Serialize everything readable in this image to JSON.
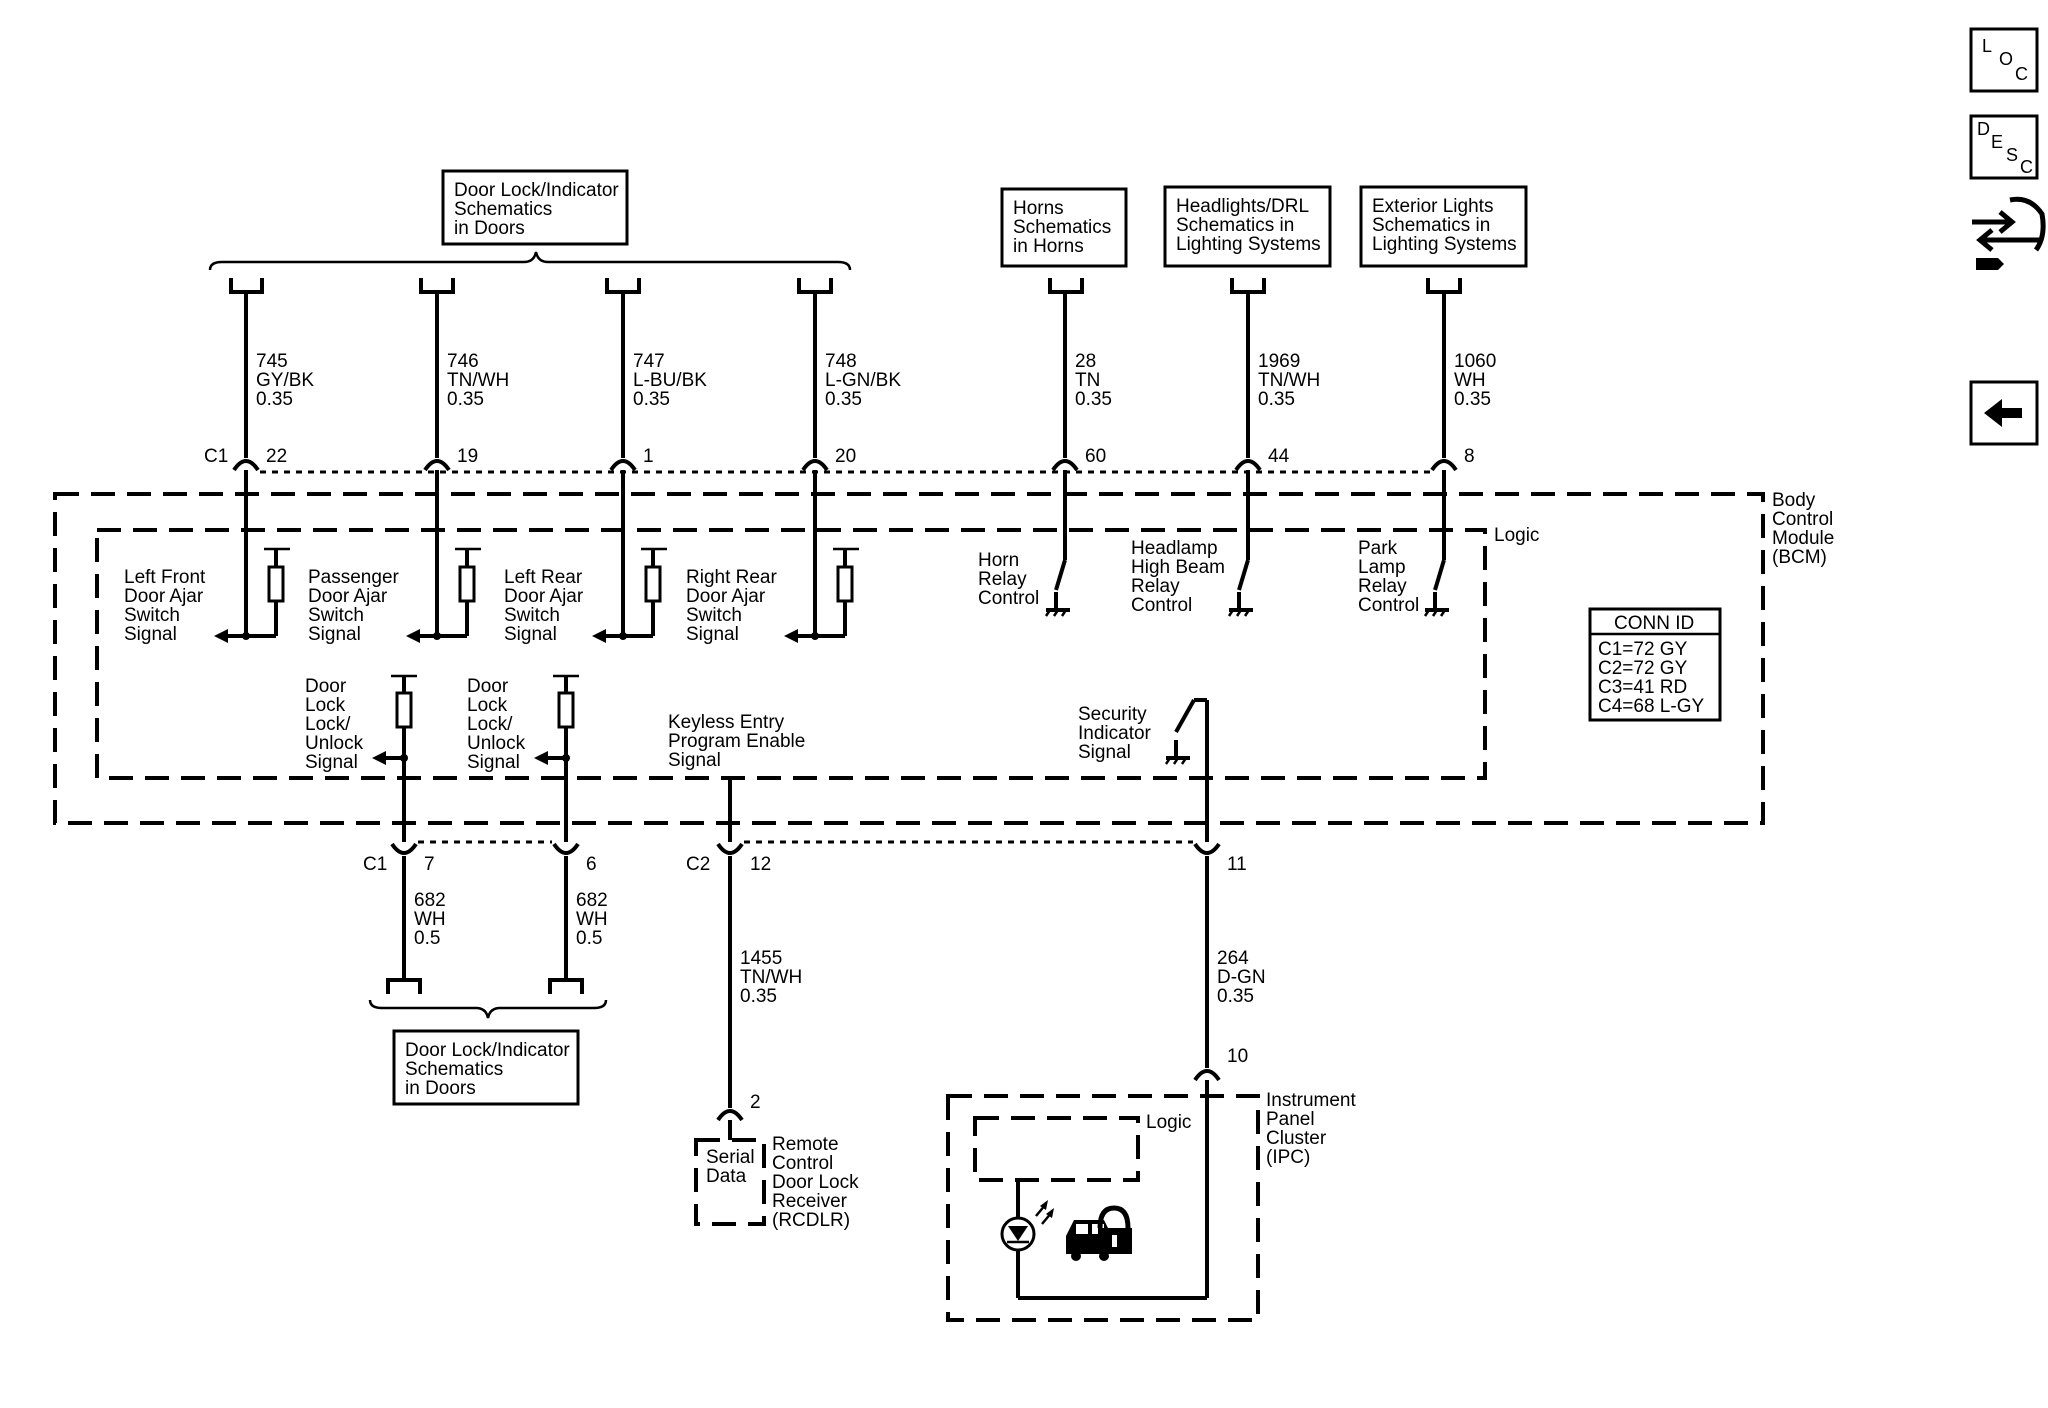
{
  "bcm_label": [
    "Body",
    "Control",
    "Module",
    "(BCM)"
  ],
  "logic_label": "Logic",
  "ipc_label": [
    "Instrument",
    "Panel",
    "Cluster",
    "(IPC)"
  ],
  "ipc_logic_label": "Logic",
  "rcdlr_label": [
    "Remote",
    "Control",
    "Door Lock",
    "Receiver",
    "(RCDLR)"
  ],
  "rcdlr_inner": [
    "Serial",
    "Data"
  ],
  "ref_boxes": {
    "doors_top": [
      "Door Lock/Indicator",
      "Schematics",
      "in Doors"
    ],
    "horns": [
      "Horns",
      "Schematics",
      "in Horns"
    ],
    "headlights": [
      "Headlights/DRL",
      "Schematics in",
      "Lighting Systems"
    ],
    "exterior": [
      "Exterior Lights",
      "Schematics in",
      "Lighting Systems"
    ],
    "doors_bottom": [
      "Door Lock/Indicator",
      "Schematics",
      "in Doors"
    ]
  },
  "conn_id": {
    "title": "CONN ID",
    "rows": [
      "C1=72 GY",
      "C2=72 GY",
      "C3=41 RD",
      "C4=68 L-GY"
    ]
  },
  "connectors": {
    "c1_top": "C1",
    "c1_bottom": "C1",
    "c2_bottom": "C2"
  },
  "top_wires": [
    {
      "circuit": "745",
      "color": "GY/BK",
      "gauge": "0.35",
      "pin": "22"
    },
    {
      "circuit": "746",
      "color": "TN/WH",
      "gauge": "0.35",
      "pin": "19"
    },
    {
      "circuit": "747",
      "color": "L-BU/BK",
      "gauge": "0.35",
      "pin": "1"
    },
    {
      "circuit": "748",
      "color": "L-GN/BK",
      "gauge": "0.35",
      "pin": "20"
    },
    {
      "circuit": "28",
      "color": "TN",
      "gauge": "0.35",
      "pin": "60"
    },
    {
      "circuit": "1969",
      "color": "TN/WH",
      "gauge": "0.35",
      "pin": "44"
    },
    {
      "circuit": "1060",
      "color": "WH",
      "gauge": "0.35",
      "pin": "8"
    }
  ],
  "bottom_wires": [
    {
      "circuit": "682",
      "color": "WH",
      "gauge": "0.5",
      "pin": "7"
    },
    {
      "circuit": "682",
      "color": "WH",
      "gauge": "0.5",
      "pin": "6"
    },
    {
      "circuit": "1455",
      "color": "TN/WH",
      "gauge": "0.35",
      "pin": "12"
    },
    {
      "circuit": "264",
      "color": "D-GN",
      "gauge": "0.35",
      "pin": "11"
    }
  ],
  "pin_rcdlr": "2",
  "pin_ipc": "10",
  "signals": {
    "left_front": [
      "Left Front",
      "Door Ajar",
      "Switch",
      "Signal"
    ],
    "passenger": [
      "Passenger",
      "Door Ajar",
      "Switch",
      "Signal"
    ],
    "left_rear": [
      "Left Rear",
      "Door Ajar",
      "Switch",
      "Signal"
    ],
    "right_rear": [
      "Right Rear",
      "Door Ajar",
      "Switch",
      "Signal"
    ],
    "horn_relay": [
      "Horn",
      "Relay",
      "Control"
    ],
    "headlamp_relay": [
      "Headlamp",
      "High Beam",
      "Relay",
      "Control"
    ],
    "park_lamp_relay": [
      "Park",
      "Lamp",
      "Relay",
      "Control"
    ],
    "door_lock_1": [
      "Door",
      "Lock",
      "Lock/",
      "Unlock",
      "Signal"
    ],
    "door_lock_2": [
      "Door",
      "Lock",
      "Lock/",
      "Unlock",
      "Signal"
    ],
    "keyless_entry": [
      "Keyless Entry",
      "Program Enable",
      "Signal"
    ],
    "security_indicator": [
      "Security",
      "Indicator",
      "Signal"
    ]
  },
  "nav_icons": [
    "loc-icon",
    "desc-icon",
    "connector-wrench-icon",
    "back-arrow-icon"
  ],
  "nav_text": {
    "loc": [
      "L",
      "O",
      "C"
    ],
    "desc": [
      "D",
      "E",
      "S",
      "C"
    ]
  }
}
